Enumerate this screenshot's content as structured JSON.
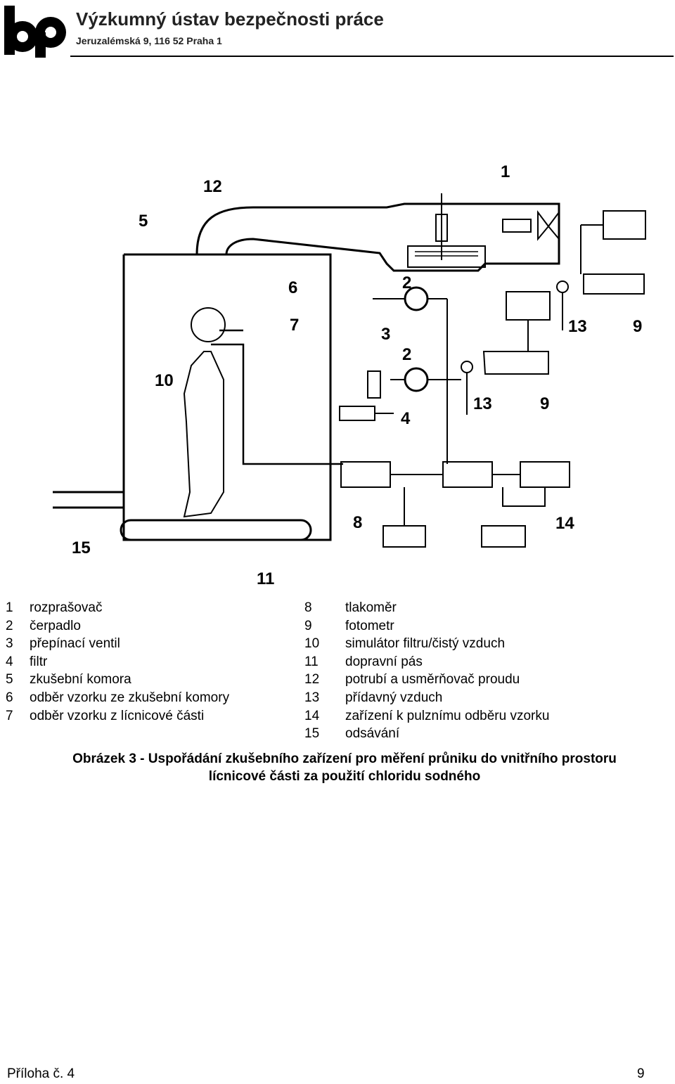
{
  "header": {
    "institute_name": "Výzkumný ústav bezpečnosti práce",
    "address": "Jeruzalémská 9,  116 52  Praha 1"
  },
  "diagram": {
    "callouts": [
      "1",
      "2",
      "2",
      "3",
      "4",
      "5",
      "6",
      "7",
      "8",
      "9",
      "9",
      "10",
      "11",
      "12",
      "13",
      "13",
      "14",
      "15"
    ]
  },
  "legend": {
    "left": [
      {
        "num": "1",
        "text": "rozprašovač"
      },
      {
        "num": "2",
        "text": "čerpadlo"
      },
      {
        "num": "3",
        "text": "přepínací ventil"
      },
      {
        "num": "4",
        "text": "filtr"
      },
      {
        "num": "5",
        "text": "zkušební komora"
      },
      {
        "num": "6",
        "text": "odběr vzorku ze zkušební komory"
      },
      {
        "num": "7",
        "text": "odběr vzorku z lícnicové části"
      }
    ],
    "right": [
      {
        "num": "8",
        "text": "tlakoměr"
      },
      {
        "num": "9",
        "text": "fotometr"
      },
      {
        "num": "10",
        "text": "simulátor filtru/čistý vzduch"
      },
      {
        "num": "11",
        "text": "dopravní pás"
      },
      {
        "num": "12",
        "text": "potrubí a usměrňovač proudu"
      },
      {
        "num": "13",
        "text": "přídavný vzduch"
      },
      {
        "num": "14",
        "text": "zařízení k pulznímu odběru vzorku"
      },
      {
        "num": "15",
        "text": "odsávání"
      }
    ]
  },
  "caption": {
    "line1": "Obrázek 3 - Uspořádání zkušebního zařízení pro měření průniku do vnitřního prostoru",
    "line2": "lícnicové části za použití chloridu sodného"
  },
  "footer": {
    "left": "Příloha č. 4",
    "page": "9"
  }
}
